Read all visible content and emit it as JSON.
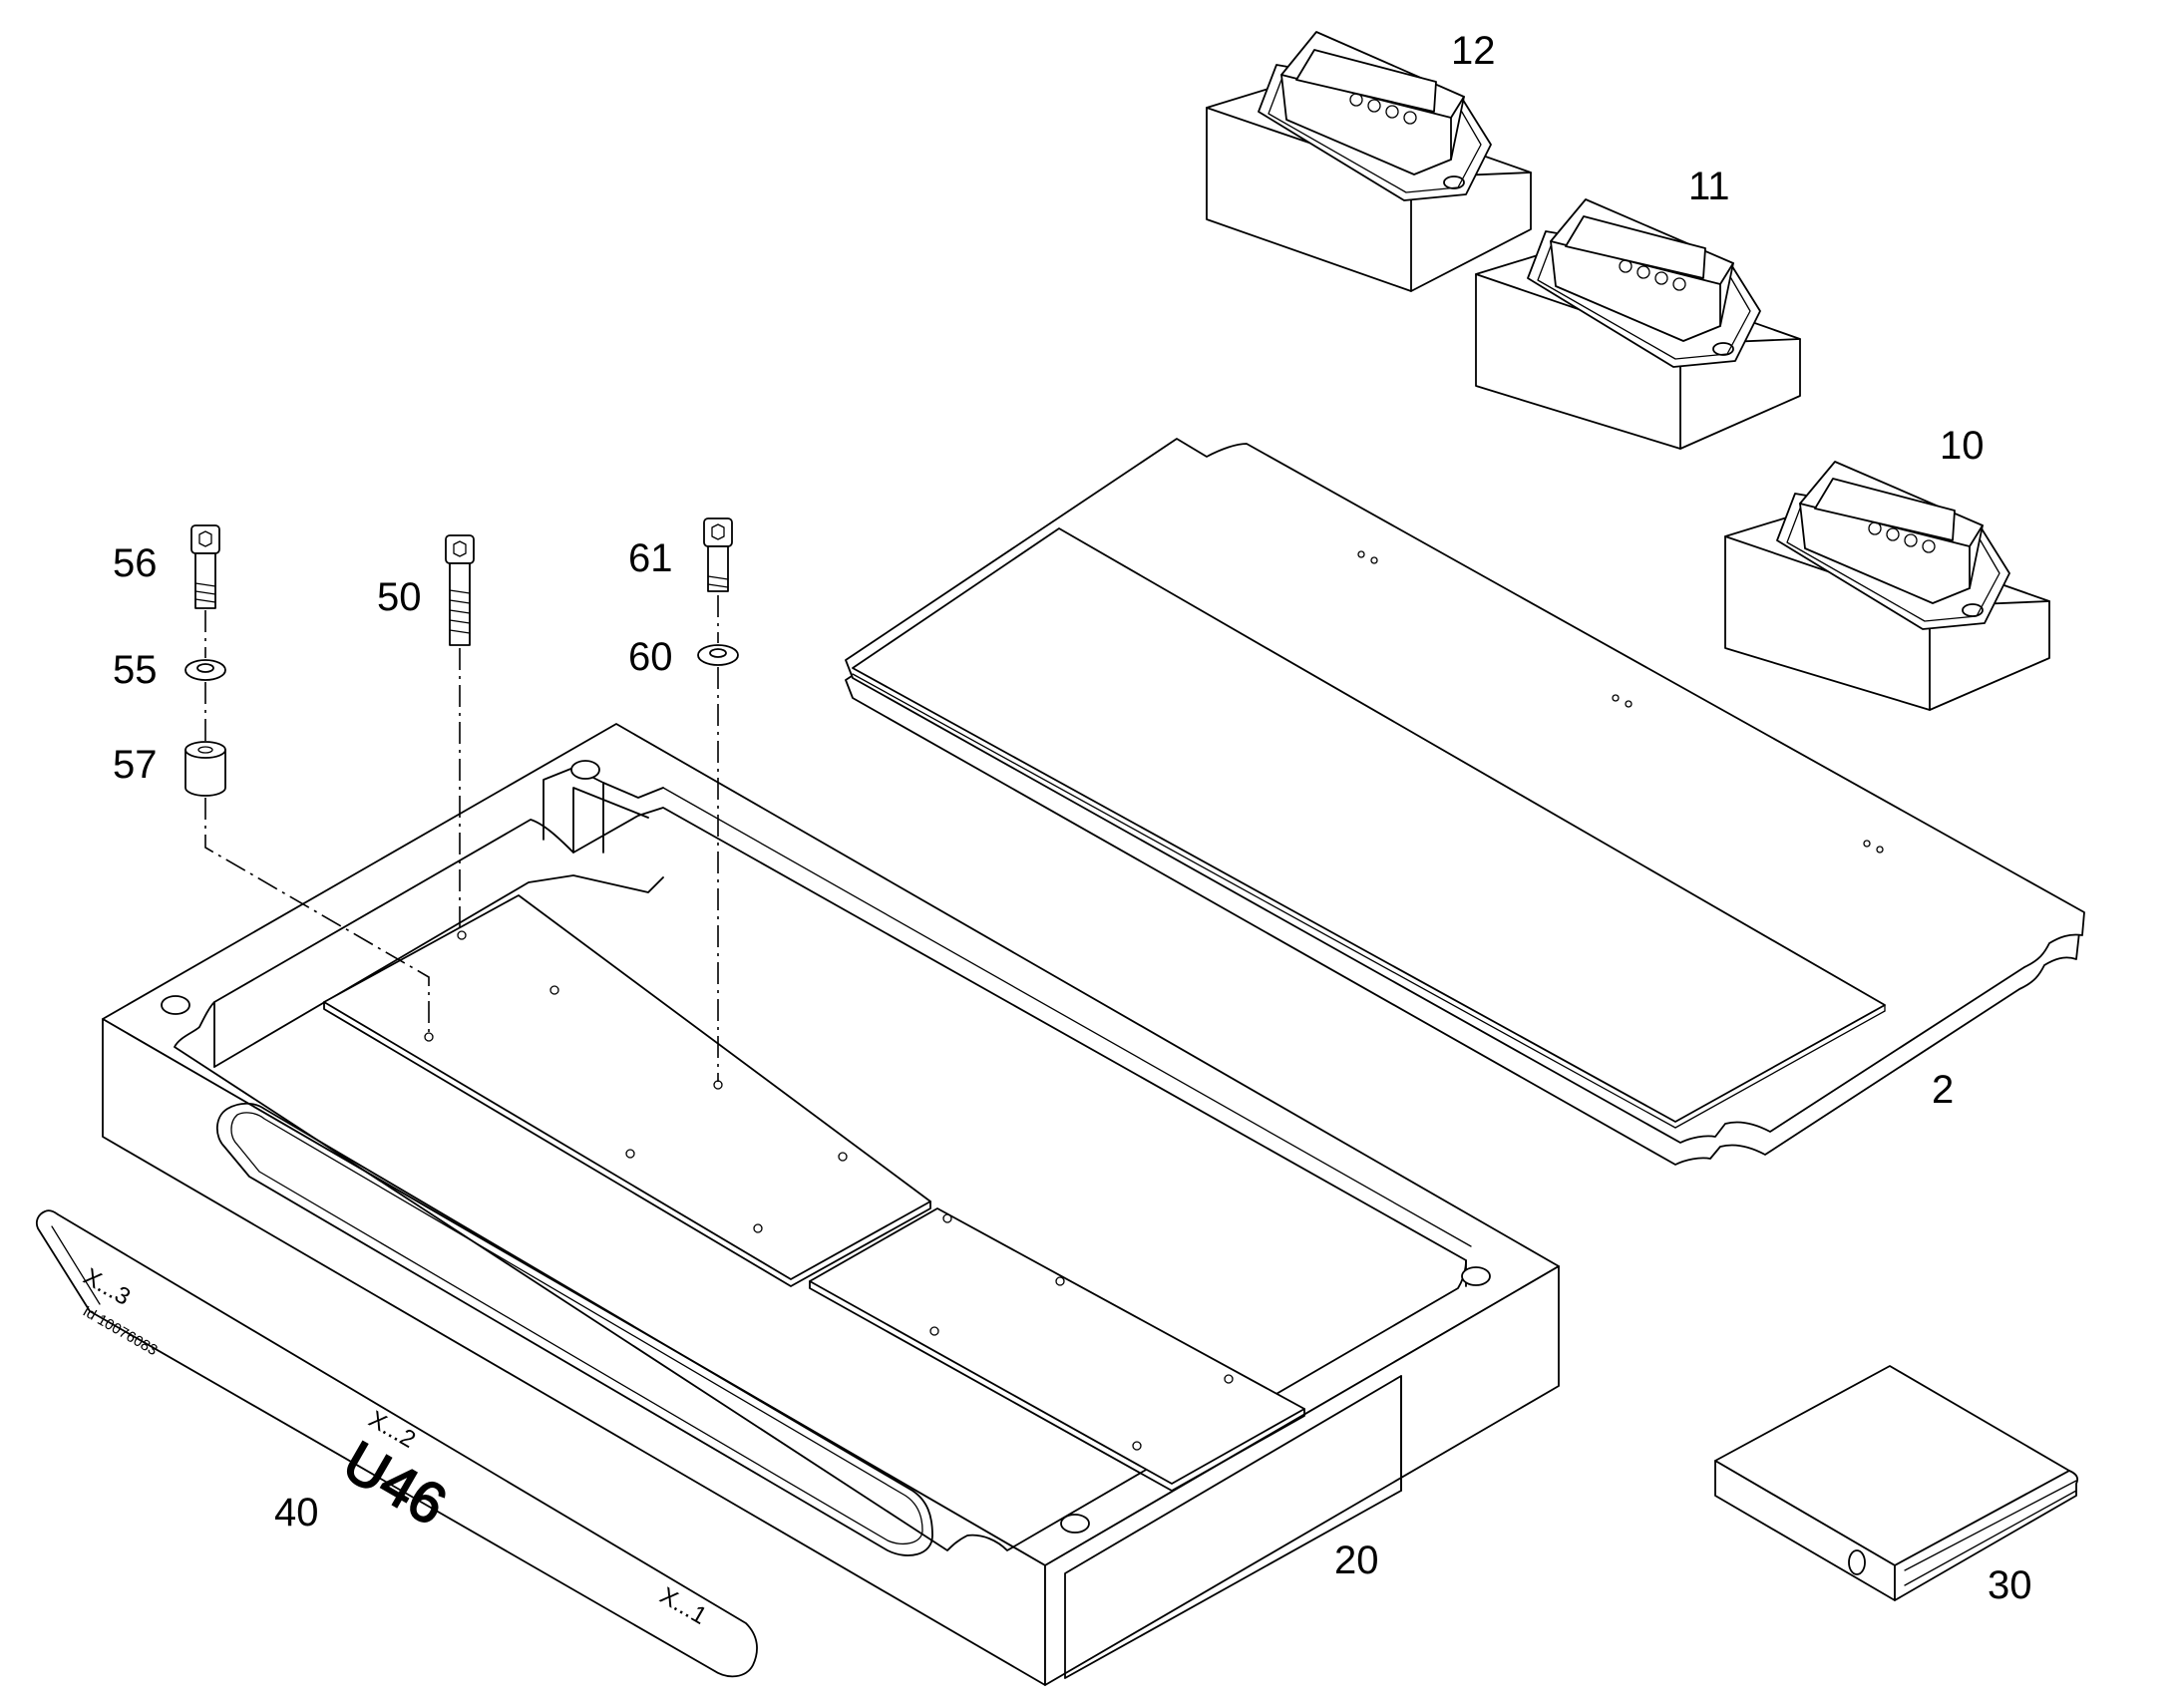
{
  "callouts": {
    "c2": "2",
    "c10": "10",
    "c11": "11",
    "c12": "12",
    "c20": "20",
    "c30": "30",
    "c40": "40",
    "c50": "50",
    "c55": "55",
    "c56": "56",
    "c57": "57",
    "c60": "60",
    "c61": "61"
  },
  "label_strip": {
    "x3": "X...3",
    "id": "Id  10076083",
    "x2": "X...2",
    "u46": "U46",
    "x1": "X...1"
  }
}
